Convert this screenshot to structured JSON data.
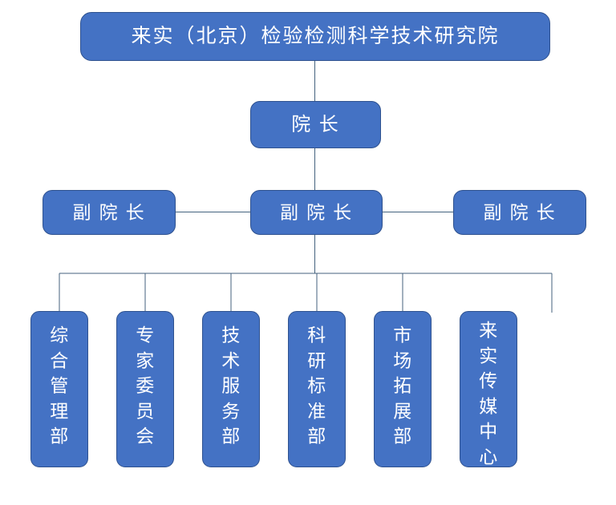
{
  "org_chart": {
    "title": "来实（北京）检验检测科学技术研究院",
    "director": "院 长",
    "vice_directors": [
      {
        "label": "副 院 长",
        "position": "left"
      },
      {
        "label": "副 院 长",
        "position": "center"
      },
      {
        "label": "副 院 长",
        "position": "right"
      }
    ],
    "departments": [
      {
        "label": "综合管理部",
        "chars": [
          "综",
          "合",
          "管",
          "理",
          "部"
        ]
      },
      {
        "label": "专家委员会",
        "chars": [
          "专",
          "家",
          "委",
          "员",
          "会"
        ]
      },
      {
        "label": "技术服务部",
        "chars": [
          "技",
          "术",
          "服",
          "务",
          "部"
        ]
      },
      {
        "label": "科研标准部",
        "chars": [
          "科",
          "研",
          "标",
          "准",
          "部"
        ]
      },
      {
        "label": "市场拓展部",
        "chars": [
          "市",
          "场",
          "拓",
          "展",
          "部"
        ]
      },
      {
        "label": "来实传媒中心",
        "chars": [
          "来",
          "实",
          "传",
          "媒",
          "中",
          "心"
        ]
      }
    ],
    "colors": {
      "node_fill": "#4472C4",
      "node_border": "#2F528F",
      "node_text": "#FFFFFF",
      "connector": "#44627E",
      "background": "#FFFFFF"
    }
  }
}
